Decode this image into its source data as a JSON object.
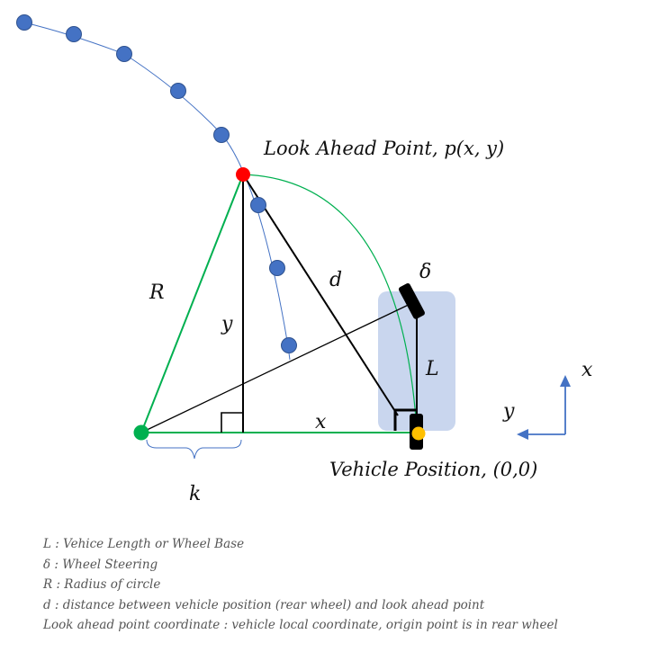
{
  "labels": {
    "look_ahead_point": "Look Ahead Point, p(x, y)",
    "vehicle_position": "Vehicle Position, (0,0)",
    "R": "R",
    "y": "y",
    "d": "d",
    "delta": "δ",
    "L": "L",
    "x": "x",
    "k": "k",
    "axis_x": "x",
    "axis_y": "y"
  },
  "legend": [
    "L  :  Vehice Length or Wheel Base",
    "δ  :  Wheel Steering",
    "R  :  Radius of circle",
    "d  :  distance between vehicle position (rear wheel) and look ahead point",
    "Look ahead point coordinate  :  vehicle local coordinate,  origin point is in rear wheel"
  ],
  "colors": {
    "path_point": "#4472c4",
    "path_line": "#4472c4",
    "look_ahead_point": "#ff0000",
    "circle_center": "#00b050",
    "radius_line": "#00b050",
    "vehicle_body": "#c9d6ee",
    "rear_wheel_marker": "#ffc000",
    "wheel": "#000000",
    "axis_arrow": "#4472c4"
  }
}
